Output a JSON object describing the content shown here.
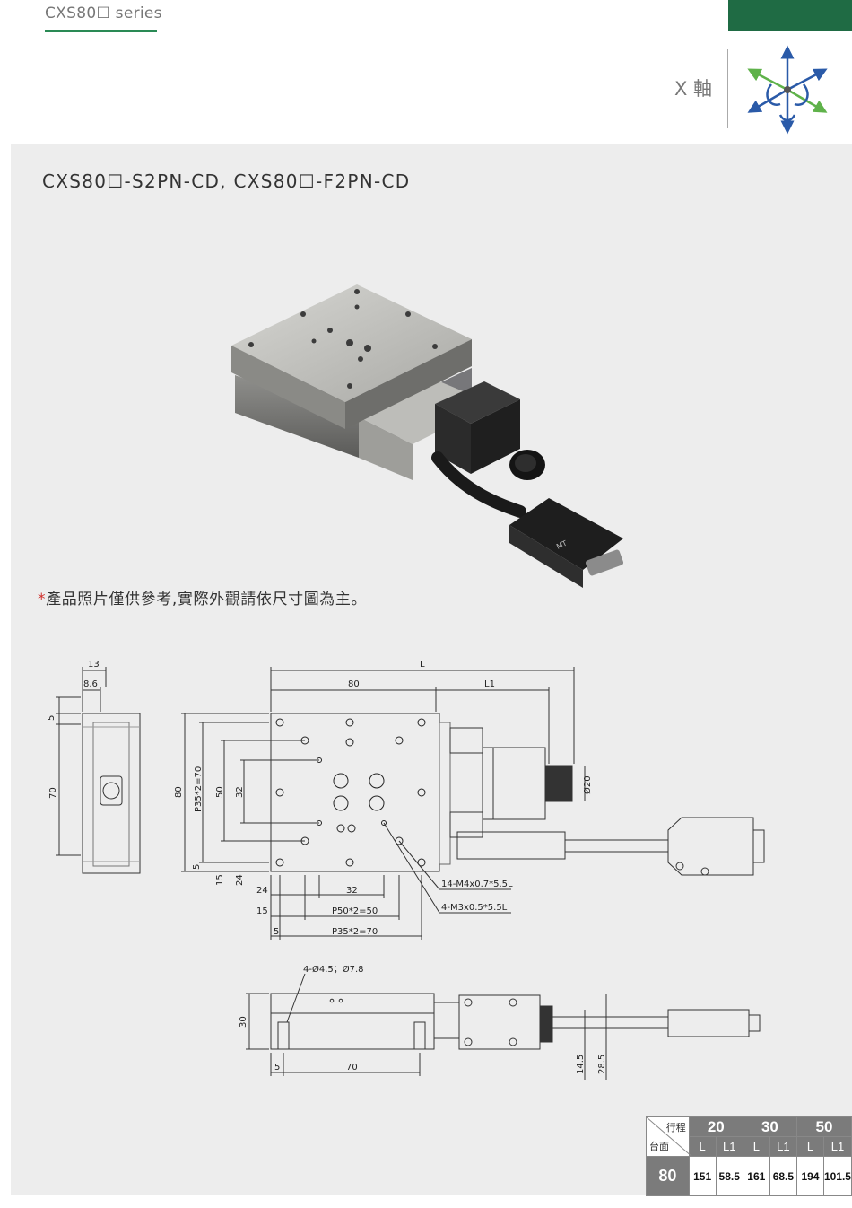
{
  "header": {
    "series": "CXS80☐ series",
    "axis": "X 軸"
  },
  "colors": {
    "accent_green": "#1f6b44",
    "underline_green": "#2a8a55",
    "panel_bg": "#ededed",
    "note_star": "#d0312d"
  },
  "icons": {
    "axis_diagram": "xyz-axis-icon"
  },
  "product": {
    "model_title": "CXS80☐-S2PN-CD, CXS80☐-F2PN-CD",
    "photo_note_star": "*",
    "photo_note": "產品照片僅供參考,實際外觀請依尺寸圖為主。"
  },
  "dimensions": {
    "side_13": "13",
    "side_8_6": "8.6",
    "side_5": "5",
    "side_70": "70",
    "top_L": "L",
    "top_80": "80",
    "top_L1": "L1",
    "left_80": "80",
    "left_p35": "P35*2=70",
    "left_50": "50",
    "left_32": "32",
    "left_5": "5",
    "left_15": "15",
    "left_24": "24",
    "bottom_24": "24",
    "bottom_32": "32",
    "bottom_15": "15",
    "bottom_p50": "P50*2=50",
    "bottom_5": "5",
    "bottom_p35": "P35*2=70",
    "callout_m4": "14-M4x0.7*5.5L",
    "callout_m3": "4-M3x0.5*5.5L",
    "knob_dia": "Ø20",
    "front_hole": "4-Ø4.5；Ø7.8",
    "front_30": "30",
    "front_5": "5",
    "front_70": "70",
    "front_14_5": "14.5",
    "front_28_5": "28.5"
  },
  "spec_table": {
    "corner_top": "行程",
    "corner_bottom": "台面",
    "strokes": [
      "20",
      "30",
      "50"
    ],
    "col_L": "L",
    "col_L1": "L1",
    "rows": [
      {
        "table": "80",
        "values": [
          "151",
          "58.5",
          "161",
          "68.5",
          "194",
          "101.5"
        ]
      }
    ]
  }
}
